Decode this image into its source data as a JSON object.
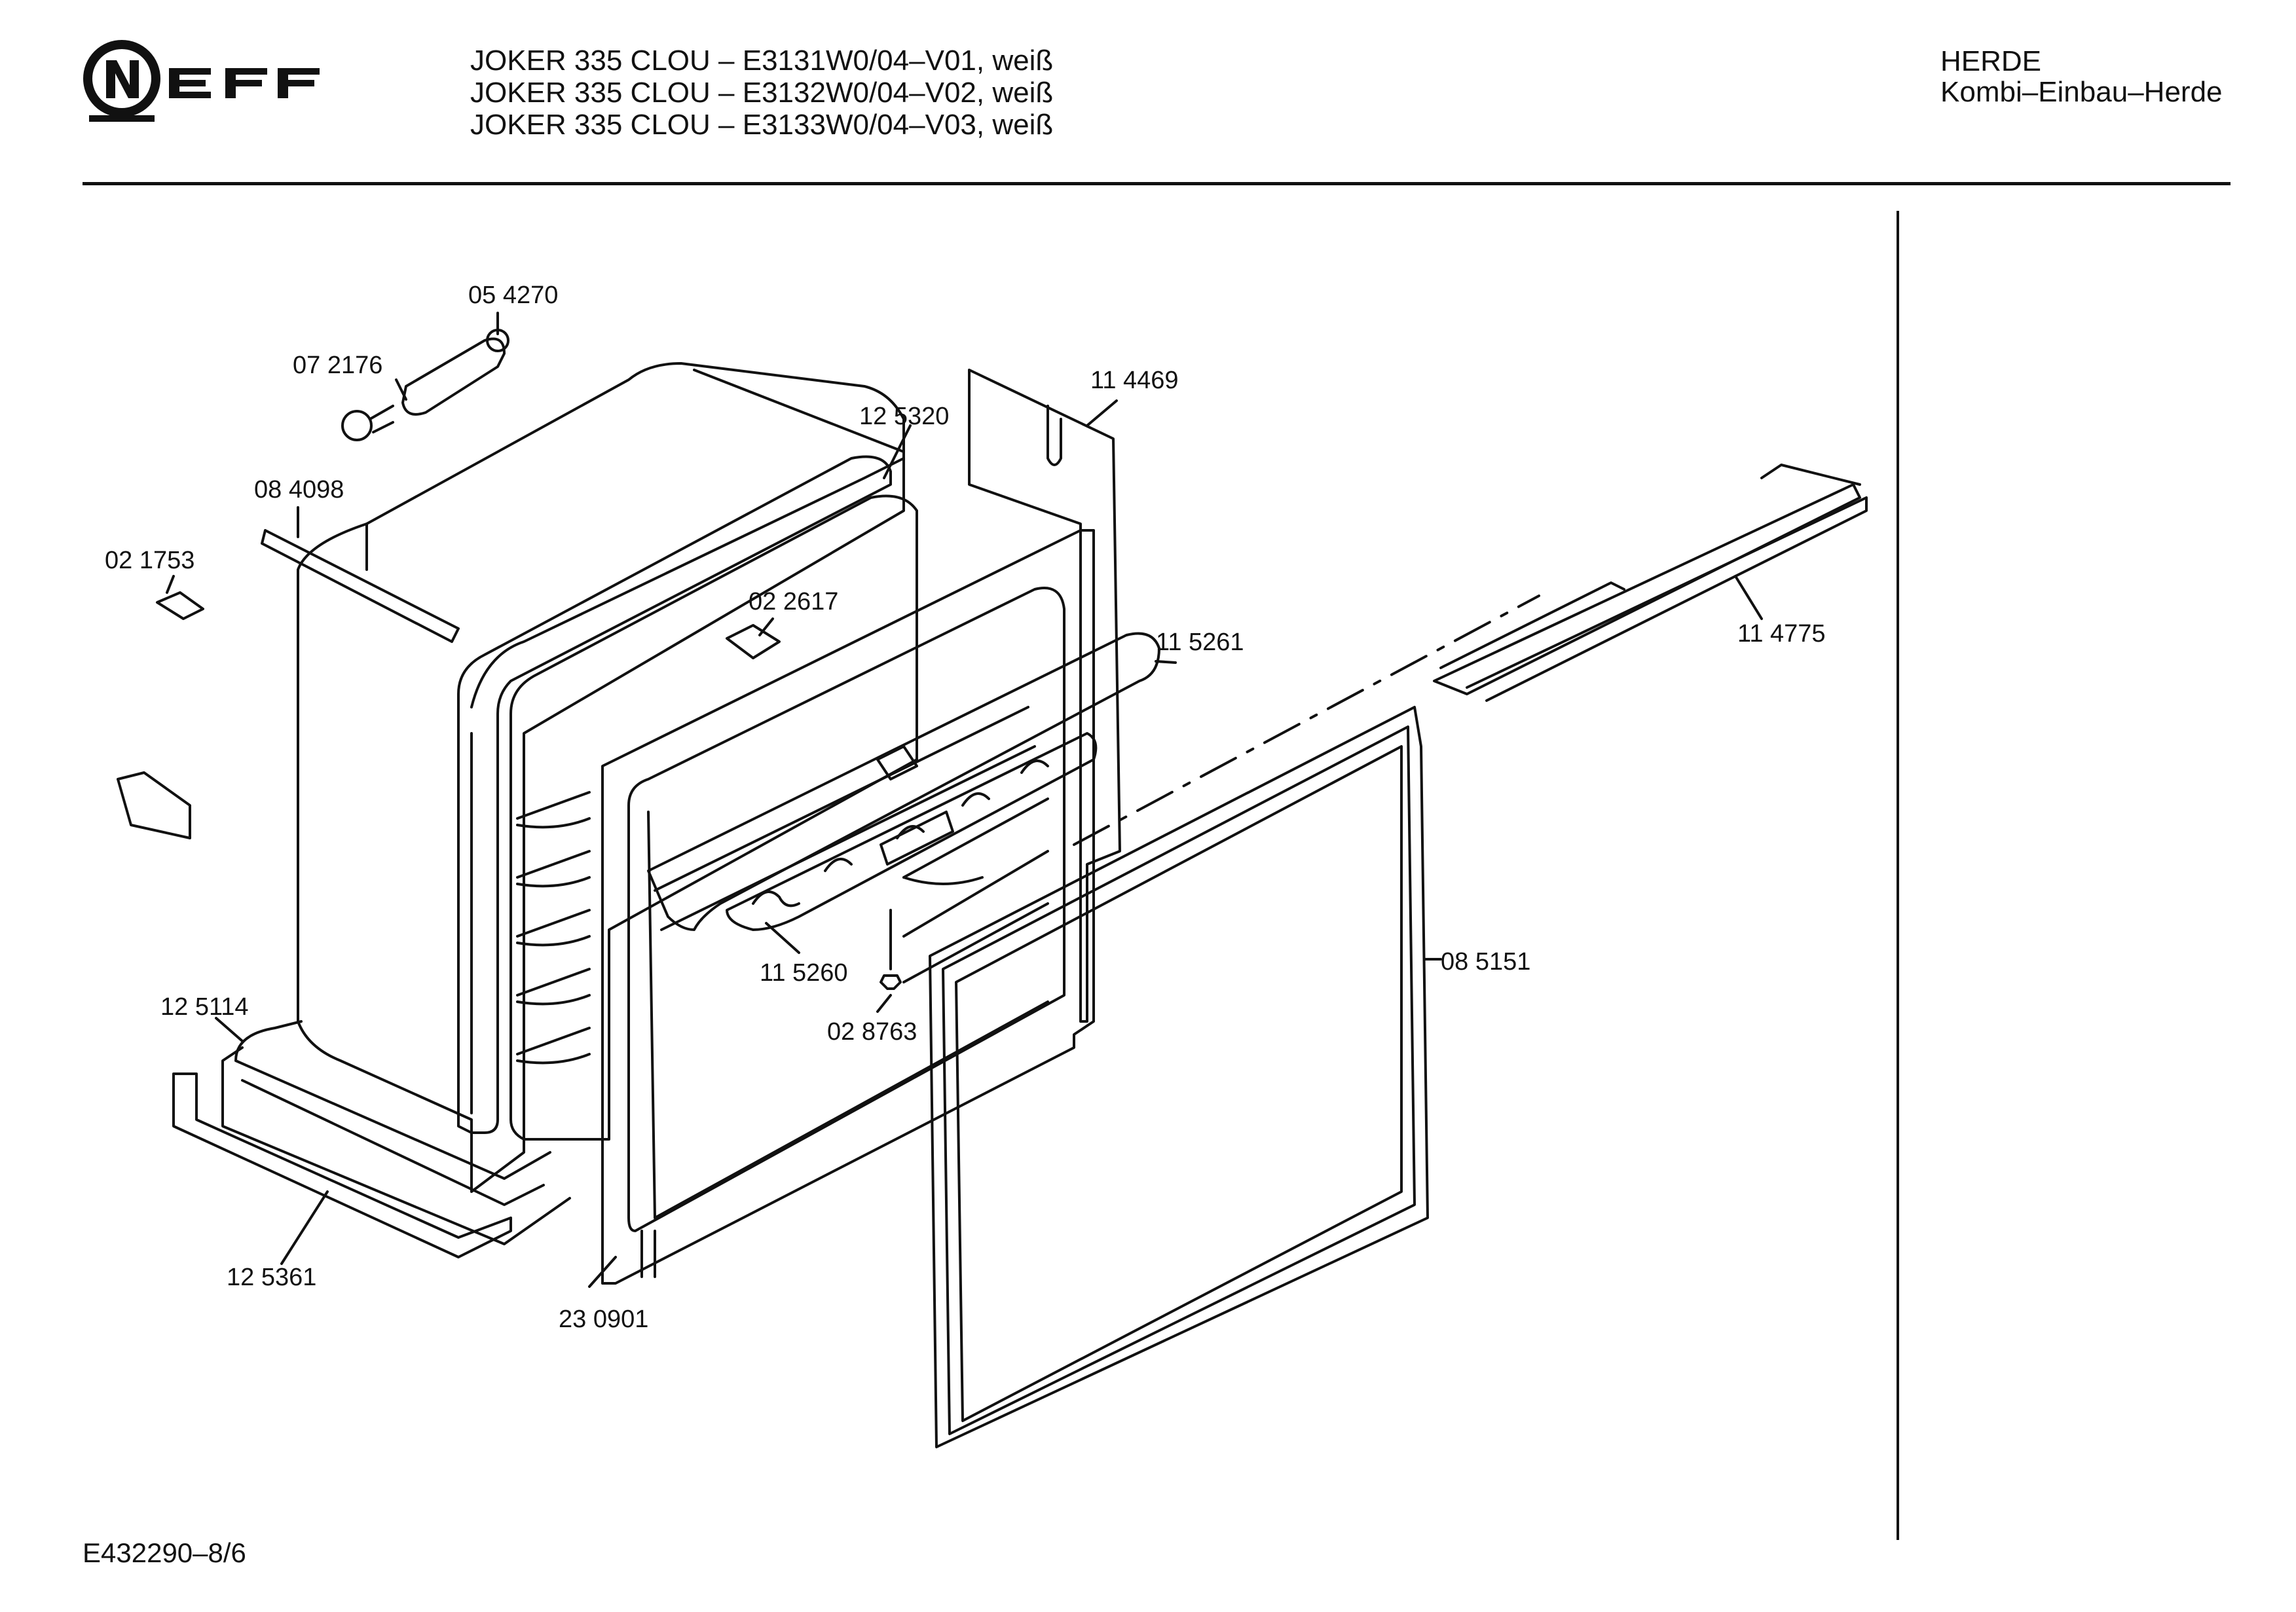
{
  "header": {
    "brand": "NEFF",
    "models": [
      "JOKER 335 CLOU – E3131W0/04–V01, weiß",
      "JOKER 335 CLOU – E3132W0/04–V02, weiß",
      "JOKER 335 CLOU – E3133W0/04–V03, weiß"
    ],
    "category": "HERDE",
    "subcategory": "Kombi–Einbau–Herde"
  },
  "parts": [
    {
      "id": "p054270",
      "label": "05 4270"
    },
    {
      "id": "p072176",
      "label": "07 2176"
    },
    {
      "id": "p125320",
      "label": "12 5320"
    },
    {
      "id": "p114469",
      "label": "11 4469"
    },
    {
      "id": "p084098",
      "label": "08 4098"
    },
    {
      "id": "p021753",
      "label": "02 1753"
    },
    {
      "id": "p022617",
      "label": "02 2617"
    },
    {
      "id": "p115261",
      "label": "11 5261"
    },
    {
      "id": "p114775",
      "label": "11 4775"
    },
    {
      "id": "p115260",
      "label": "11 5260"
    },
    {
      "id": "p085151",
      "label": "08 5151"
    },
    {
      "id": "p028763",
      "label": "02 8763"
    },
    {
      "id": "p125114",
      "label": "12 5114"
    },
    {
      "id": "p125361",
      "label": "12 5361"
    },
    {
      "id": "p230901",
      "label": "23 0901"
    }
  ],
  "footer": {
    "doc_code": "E432290–8/6"
  }
}
